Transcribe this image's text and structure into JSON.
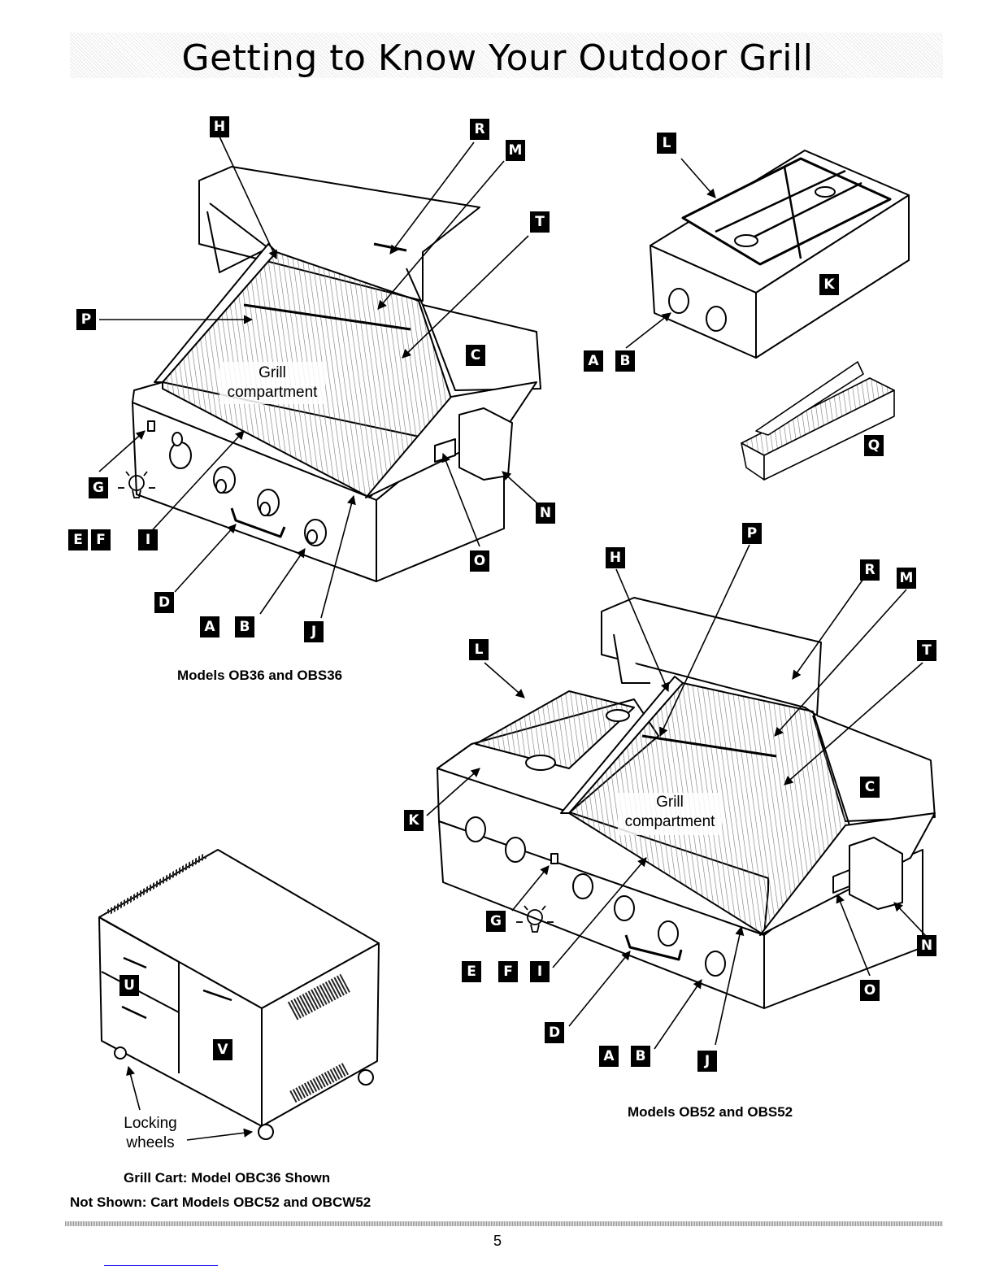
{
  "page": {
    "title": "Getting to Know Your Outdoor Grill",
    "page_number": "5"
  },
  "captions": {
    "ob36": "Models OB36 and OBS36",
    "ob52": "Models OB52 and OBS52",
    "cart_line1": "Grill Cart: Model OBC36 Shown",
    "cart_line2": "Not Shown: Cart Models OBC52 and OBCW52"
  },
  "annotations": {
    "grill_compartment_line1": "Grill",
    "grill_compartment_line2": "compartment",
    "locking_line1": "Locking",
    "locking_line2": "wheels"
  },
  "callouts": {
    "A": "A",
    "B": "B",
    "C": "C",
    "D": "D",
    "E": "E",
    "F": "F",
    "G": "G",
    "H": "H",
    "I": "I",
    "J": "J",
    "K": "K",
    "L": "L",
    "M": "M",
    "N": "N",
    "O": "O",
    "P": "P",
    "Q": "Q",
    "R": "R",
    "T": "T",
    "U": "U",
    "V": "V"
  },
  "icons": [
    "light-bulb-icon"
  ]
}
